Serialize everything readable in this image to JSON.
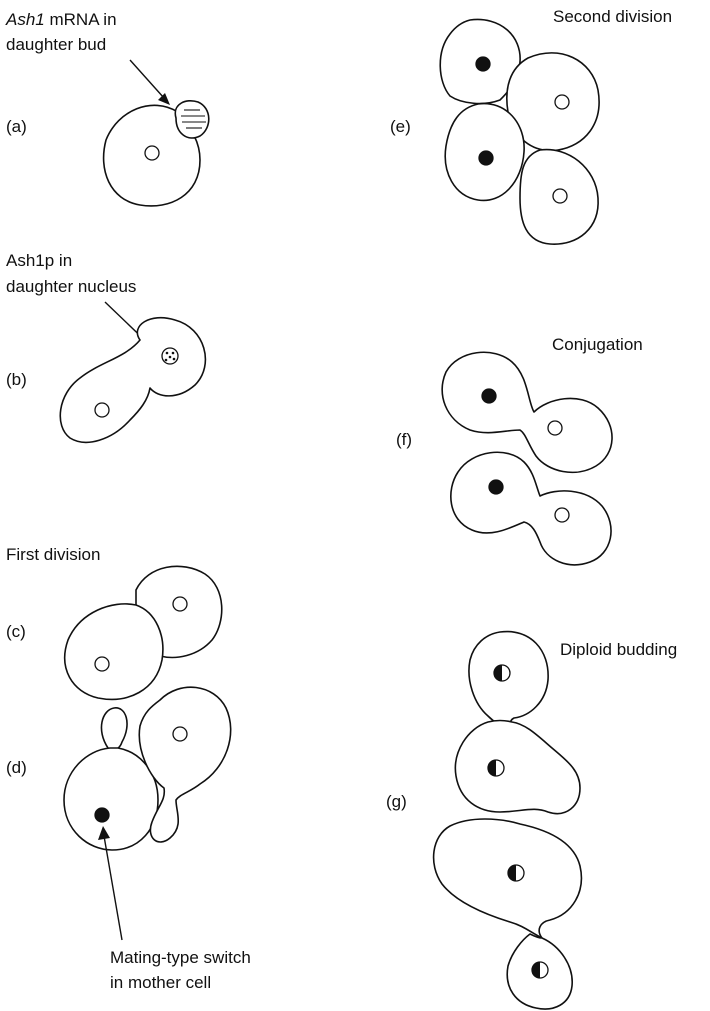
{
  "panels": {
    "a": {
      "label": "(a)",
      "note_italic": "Ash1",
      "note_rest": " mRNA in",
      "note_line2": "daughter bud"
    },
    "b": {
      "label": "(b)",
      "note_line1": "Ash1p in",
      "note_line2": "daughter nucleus"
    },
    "c": {
      "label": "(c)",
      "title": "First division"
    },
    "d": {
      "label": "(d)",
      "note_line1": "Mating-type switch",
      "note_line2": "in mother cell"
    },
    "e": {
      "label": "(e)",
      "title": "Second division"
    },
    "f": {
      "label": "(f)",
      "title": "Conjugation"
    },
    "g": {
      "label": "(g)",
      "title": "Diploid budding"
    }
  }
}
